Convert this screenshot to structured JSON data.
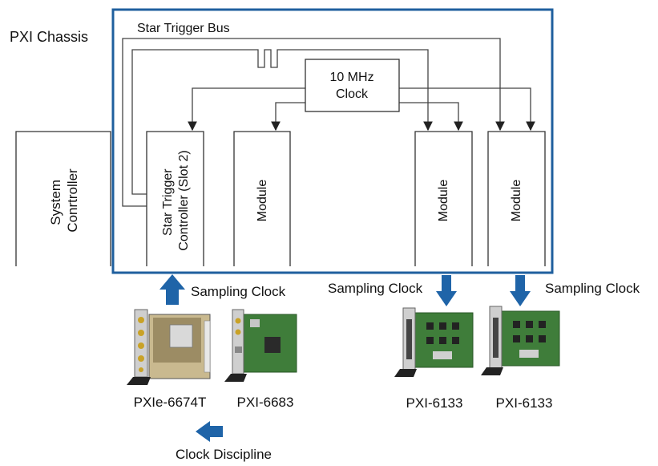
{
  "chassis_label": "PXI Chassis",
  "bus_label": "Star Trigger Bus",
  "clock_box": {
    "line1": "10 MHz",
    "line2": "Clock"
  },
  "system_controller": {
    "line1": "System",
    "line2": "Conrtroller"
  },
  "star_trigger_controller": {
    "line1": "Star Trigger",
    "line2": "Controller (Slot 2)"
  },
  "modules": [
    "Module",
    "Module",
    "Module"
  ],
  "sampling_clock_labels": [
    "Sampling Clock",
    "Sampling Clock",
    "Sampling Clock"
  ],
  "cards": [
    {
      "label": "PXIe-6674T"
    },
    {
      "label": "PXI-6683"
    },
    {
      "label": "PXI-6133"
    },
    {
      "label": "PXI-6133"
    }
  ],
  "clock_discipline_label": "Clock Discipline",
  "colors": {
    "chassis_border": "#1f5f9e",
    "arrow_blue": "#1f64a8",
    "pcb_green": "#3f7d3a"
  }
}
